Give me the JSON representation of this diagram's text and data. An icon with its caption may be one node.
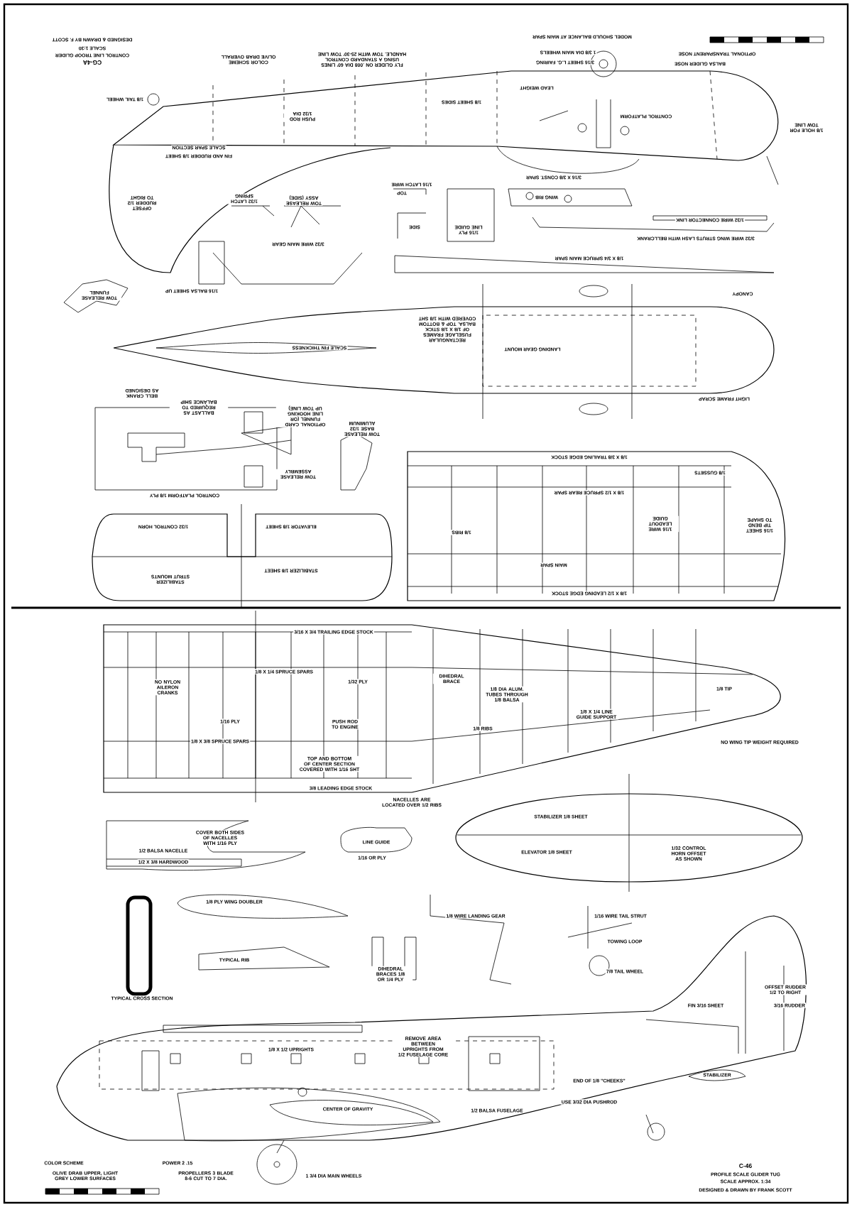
{
  "diagram": {
    "labels": [
      "CG-4A",
      "CONTROL LINE TROOP GLIDER",
      "SCALE 1:30",
      "DESIGNED & DRAWN BY F. SCOTT",
      "COLOR SCHEME OLIVE DRAB OVERALL",
      "FLY GLIDER ON .008 DIA 60' LINES USING A STANDARD CONTROL HANDLE. TOW WITH 25-30' TOW LINE",
      "MODEL SHOULD BALANCE AT MAIN SPAR",
      "1 3/8 DIA MAIN WHEELS",
      "3/16 SHEET L.G. FAIRING",
      "BALSA GLIDER NOSE",
      "OPTIONAL TRANSPARENT NOSE",
      "1/8 HOLE FOR TOW LINE",
      "1/8 TAIL WHEEL",
      "1/8 SHEET SIDES",
      "LEAD WEIGHT",
      "CONTROL PLATFORM",
      "PUSH ROD 1/32 DIA",
      "FIN AND RUDDER 1/8 SHEET",
      "SCALE SPAR SECTION",
      "OFFSET RUDDER 1/2 TO RIGHT",
      "3/16 X 3/8 CONST. SPAR",
      "1/32 LATCH SPRING",
      "TOW RELEASE ASSY (SIDE)",
      "1/16 LATCH WIRE",
      "TOP",
      "SIDE",
      "1/16 PLY LINE GUIDE",
      "WING RIB",
      "1/32 WIRE CONNECTOR LINK",
      "3/32 WIRE WING STRUTS LASH WITH BELLCRANK",
      "1/8 X 3/4 SPRUCE MAIN SPAR",
      "3/32 WIRE MAIN GEAR",
      "TOW RELEASE FUNNEL",
      "1/16 BALSA SHEET UP",
      "SCALE FIN THICKNESS",
      "RECTANGULAR FUSELAGE FRAMES OF 1/8 X 1/8 STICK BALSA. TOP & BOTTOM COVERED WITH 1/8 SHT",
      "LANDING GEAR MOUNT",
      "CANOPY",
      "LIGHT FRAME SCRAP",
      "BELL CRANK AS DESIGNED",
      "BALLAST AS REQUIRED TO BALANCE SHIP",
      "OPTIONAL CARD FUNNEL (OR LINE HOOKING UP TOW LINE)",
      "TOW RELEASE BASE 1/32 ALUMINUM",
      "TOW RELEASE ASSEMBLY",
      "CONTROL PLATFORM 1/8 PLY",
      "1/8 X 3/8 TRAILING EDGE STOCK",
      "1/8 GUSSETS",
      "1/8 X 1/2 SPRUCE REAR SPAR",
      "1/16 WIRE LEADOUT GUIDE",
      "1/16 SHEET TIP BEND TO SHAPE",
      "1/8 RIBS",
      "MAIN SPAR",
      "1/8 X 1/2 LEADING EDGE STOCK",
      "1/32 CONTROL HORN",
      "ELEVATOR 1/8 SHEET",
      "STABILIZER 1/8 SHEET",
      "STABILIZER STRUT MOUNTS",
      "3/16 X 3/4 TRAILING EDGE STOCK",
      "1/8 X 1/4 SPRUCE SPARS",
      "1/8 X 3/8 SPRUCE SPARS",
      "NO NYLON AILERON CRANKS",
      "1/16 PLY",
      "1/32 PLY",
      "PUSH ROD TO ENGINE",
      "DIHEDRAL BRACE",
      "1/8 DIA ALUM. TUBES THROUGH 1/8 BALSA",
      "1/8 RIBS",
      "1/8 X 1/4 LINE GUIDE SUPPORT",
      "1/8 TIP",
      "NO WING TIP WEIGHT REQUIRED",
      "TOP AND BOTTOM OF CENTER SECTION COVERED WITH 1/16 SHT",
      "3/8 LEADING EDGE STOCK",
      "NACELLES ARE LOCATED OVER 1/2 RIBS",
      "COVER BOTH SIDES OF NACELLES WITH 1/16 PLY",
      "1/2 BALSA NACELLE",
      "1/2 X 3/8 HARDWOOD",
      "LINE GUIDE",
      "1/16 OR PLY",
      "STABILIZER 1/8 SHEET",
      "ELEVATOR 1/8 SHEET",
      "1/32 CONTROL HORN OFFSET AS SHOWN",
      "1/8 PLY WING DOUBLER",
      "TYPICAL RIB",
      "TYPICAL CROSS SECTION",
      "DIHEDRAL BRACES 1/8 OR 1/4 PLY",
      "1/8 WIRE LANDING GEAR",
      "1/16 WIRE TAIL STRUT",
      "TOWING LOOP",
      "7/8 TAIL WHEEL",
      "FIN 3/16 SHEET",
      "OFFSET RUDDER 1/2 TO RIGHT",
      "3/16 RUDDER",
      "1/8 X 1/2 UPRIGHTS",
      "REMOVE AREA BETWEEN UPRIGHTS FROM 1/2 FUSELAGE CORE",
      "END OF 1/8 \"CHEEKS\"",
      "STABILIZER",
      "CENTER OF GRAVITY",
      "1/2 BALSA FUSELAGE",
      "USE 3/32 DIA PUSHROD",
      "COLOR SCHEME",
      "OLIVE DRAB UPPER, LIGHT GREY LOWER SURFACES",
      "POWER 2 .15",
      "PROPELLERS 3 BLADE 8-6 CUT TO 7 DIA.",
      "1 3/4 DIA MAIN WHEELS",
      "C-46",
      "PROFILE SCALE GLIDER TUG",
      "SCALE APPROX. 1:34",
      "DESIGNED & DRAWN BY FRANK SCOTT"
    ]
  }
}
